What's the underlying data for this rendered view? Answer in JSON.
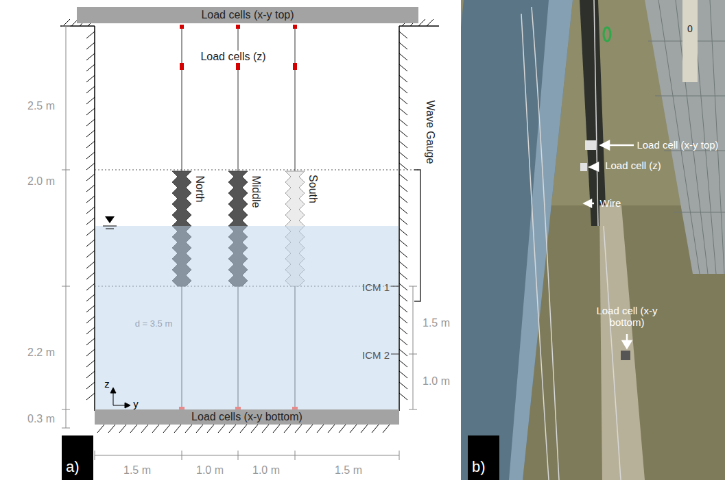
{
  "diagram": {
    "nodes": [
      {
        "text": [
          "Load cells (x-y top)"
        ]
      },
      {
        "text": [
          "Load cells (x-y bottom)"
        ]
      },
      {
        "text": [
          "a)"
        ]
      },
      {
        "text": [
          "b)"
        ]
      }
    ],
    "labels": [
      "Load cells (z)",
      "North",
      "Middle",
      "South",
      "Wave Gauge",
      "2.5 m",
      "2.0 m",
      "d = 3.5 m",
      "ICM 1",
      "1.5 m",
      "2.2 m",
      "ICM 2",
      "1.0 m",
      "z",
      "y",
      "0.3 m",
      "1.5 m",
      "1.0 m",
      "1.0 m",
      "1.5 m",
      "0",
      "Load cell (x-y top)",
      "Load cell (z)",
      "Wire",
      "Load cell (x-y bottom)"
    ]
  }
}
